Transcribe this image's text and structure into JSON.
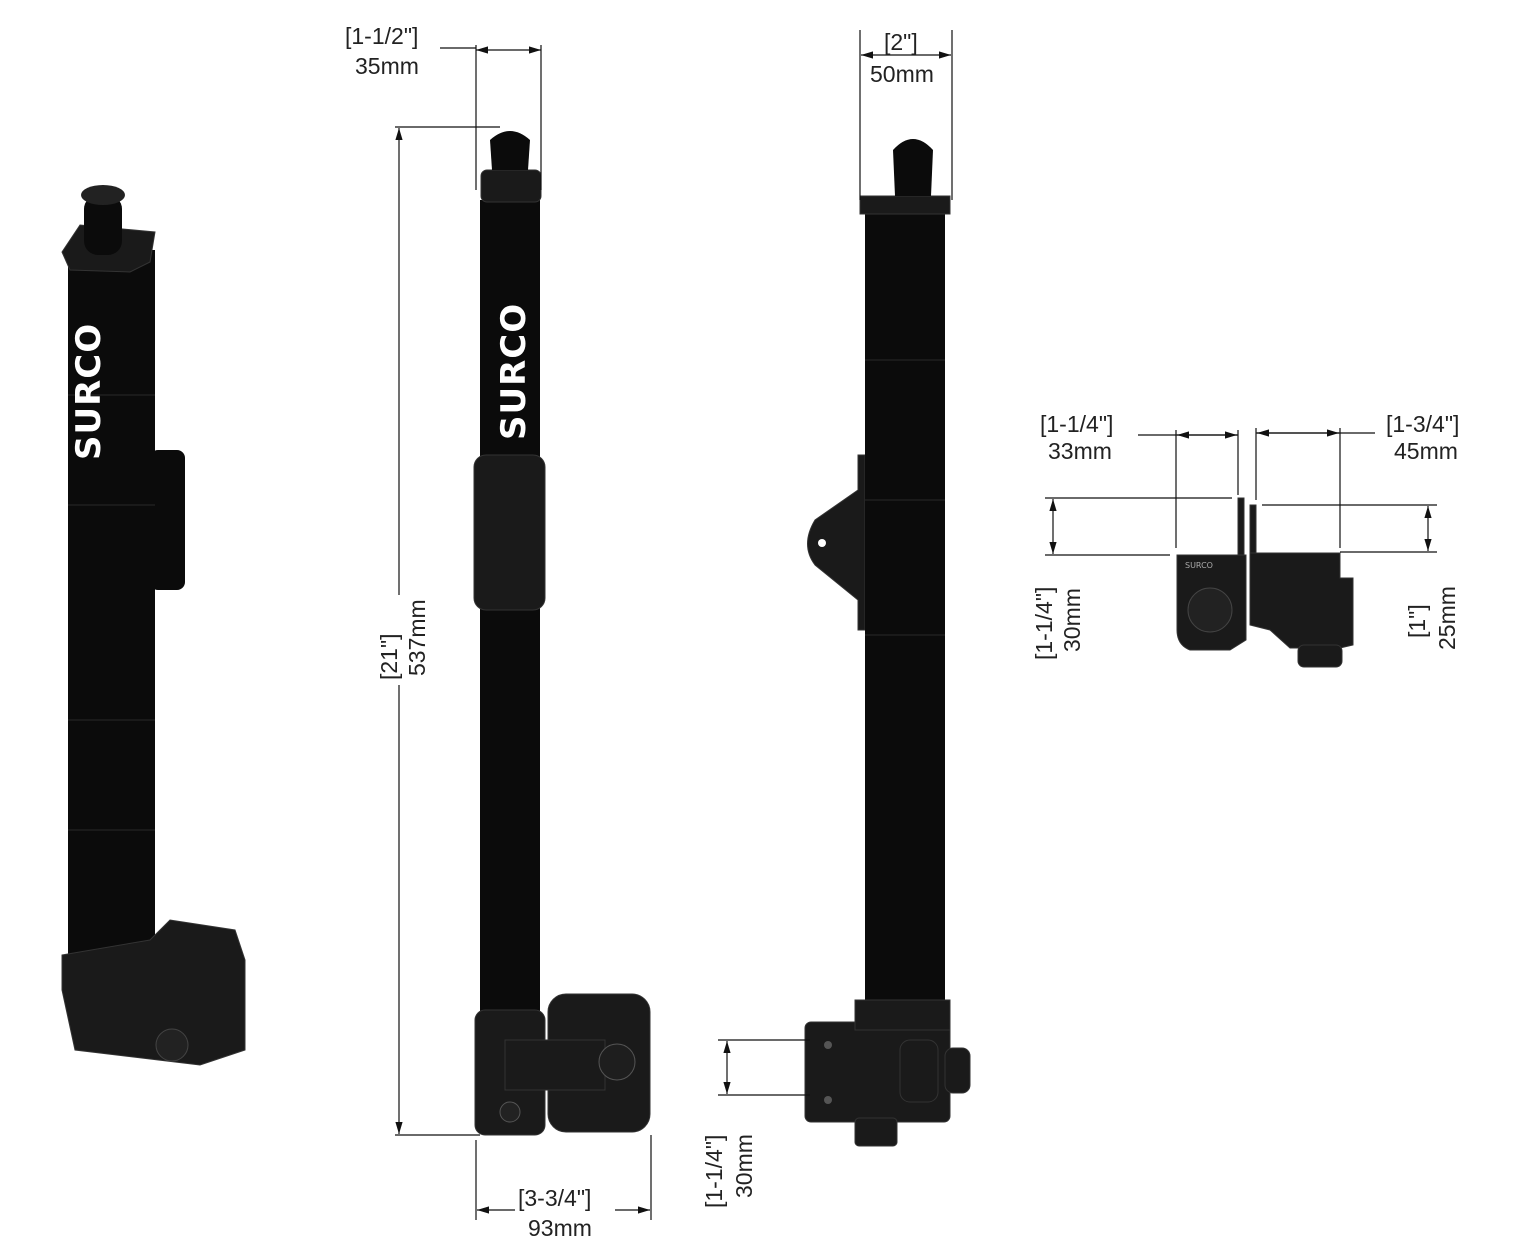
{
  "brand_logo": "SURCO",
  "dimensions": {
    "top_width_view2": {
      "imperial": "[1-1/2\"]",
      "metric": "35mm"
    },
    "top_width_view3": {
      "imperial": "[2\"]",
      "metric": "50mm"
    },
    "overall_height": {
      "imperial": "[21\"]",
      "metric": "537mm"
    },
    "base_width": {
      "imperial": "[3-3/4\"]",
      "metric": "93mm"
    },
    "base_height_view3": {
      "imperial": "[1-1/4\"]",
      "metric": "30mm"
    },
    "detail_left_width": {
      "imperial": "[1-1/4\"]",
      "metric": "33mm"
    },
    "detail_right_width": {
      "imperial": "[1-3/4\"]",
      "metric": "45mm"
    },
    "detail_left_height": {
      "imperial": "[1-1/4\"]",
      "metric": "30mm"
    },
    "detail_right_height": {
      "imperial": "[1\"]",
      "metric": "25mm"
    }
  },
  "colors": {
    "product": "#0b0b0b",
    "lines": "#111111",
    "logo": "#ffffff"
  }
}
